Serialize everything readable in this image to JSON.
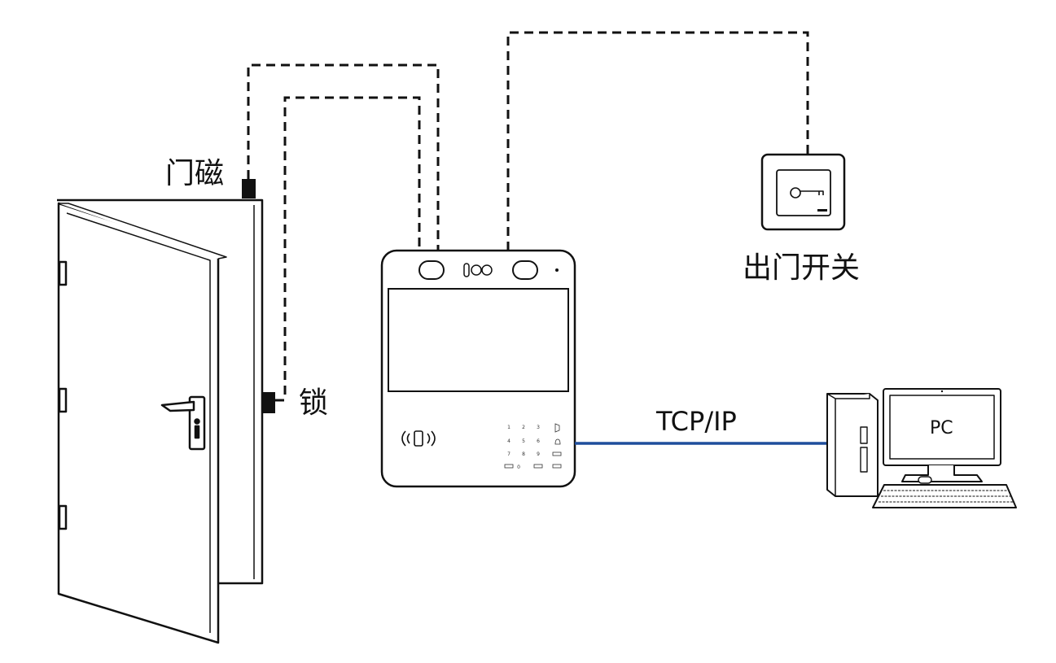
{
  "labels": {
    "door_sensor": "门磁",
    "lock": "锁",
    "exit_switch": "出门开关",
    "network": "TCP/IP",
    "pc": "PC"
  },
  "keypad": {
    "keys": [
      "1",
      "2",
      "3",
      "4",
      "5",
      "6",
      "7",
      "8",
      "9",
      "0"
    ]
  },
  "colors": {
    "line": "#111111",
    "network_line": "#1f4e9c"
  }
}
